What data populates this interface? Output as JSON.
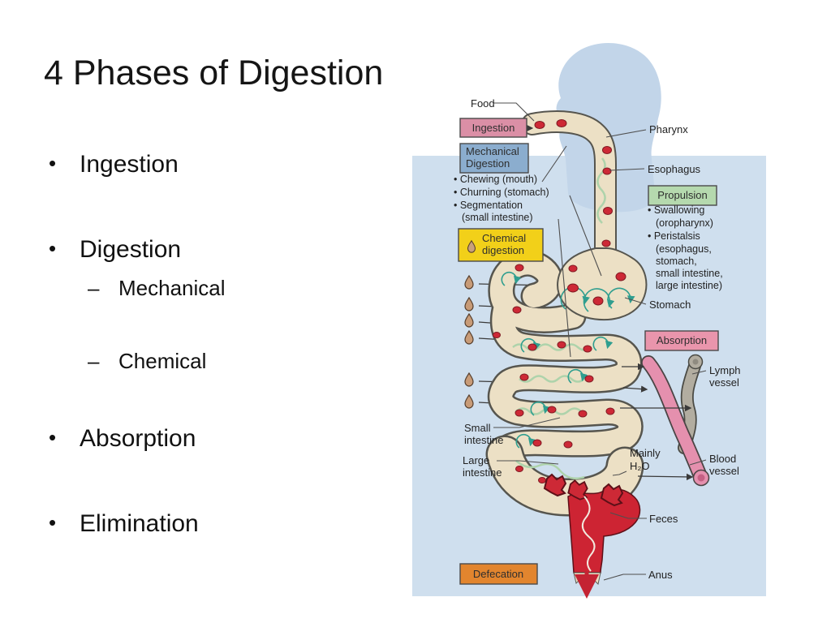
{
  "slide": {
    "title": "4 Phases of Digestion",
    "bullets": [
      {
        "text": "Ingestion",
        "level": 1
      },
      {
        "text": "Digestion",
        "level": 1
      },
      {
        "text": "Mechanical",
        "level": 2
      },
      {
        "text": "Chemical",
        "level": 2
      },
      {
        "text": "Absorption",
        "level": 1
      },
      {
        "text": "Elimination",
        "level": 1
      }
    ]
  },
  "diagram": {
    "boxes": {
      "ingestion": {
        "label": "Ingestion",
        "color": "#db8fa6"
      },
      "mechanical": {
        "line1": "Mechanical",
        "line2": "Digestion",
        "color": "#8badce"
      },
      "chemical": {
        "line1": "Chemical",
        "line2": "digestion",
        "color": "#f2d019"
      },
      "propulsion": {
        "label": "Propulsion",
        "color": "#b5d9ae"
      },
      "absorption": {
        "label": "Absorption",
        "color": "#e995ac"
      },
      "defecation": {
        "label": "Defecation",
        "color": "#e2852e"
      }
    },
    "mechanical_items": [
      "• Chewing (mouth)",
      "• Churning (stomach)",
      "• Segmentation",
      "(small intestine)"
    ],
    "propulsion_items": [
      "• Swallowing",
      "(oropharynx)",
      "• Peristalsis",
      "(esophagus,",
      "stomach,",
      "small intestine,",
      "large intestine)"
    ],
    "labels": {
      "food": "Food",
      "pharynx": "Pharynx",
      "esophagus": "Esophagus",
      "stomach": "Stomach",
      "small_1": "Small",
      "small_2": "intestine",
      "large_1": "Large",
      "large_2": "intestine",
      "lymph_1": "Lymph",
      "lymph_2": "vessel",
      "blood_1": "Blood",
      "blood_2": "vessel",
      "mainly": "Mainly",
      "h2o": "H₂O",
      "feces": "Feces",
      "anus": "Anus"
    },
    "palette": {
      "panel_blue": "#cfdfee",
      "head_blue": "#c2d5e9",
      "tract_fill": "#ece0c5",
      "tract_outline": "#56554e",
      "food_red": "#cd2936",
      "swirl_teal": "#2f9e8f",
      "droplet_tan": "#c89b77",
      "blood_pink": "#e590ae",
      "lymph_gray": "#b2ada0"
    }
  }
}
